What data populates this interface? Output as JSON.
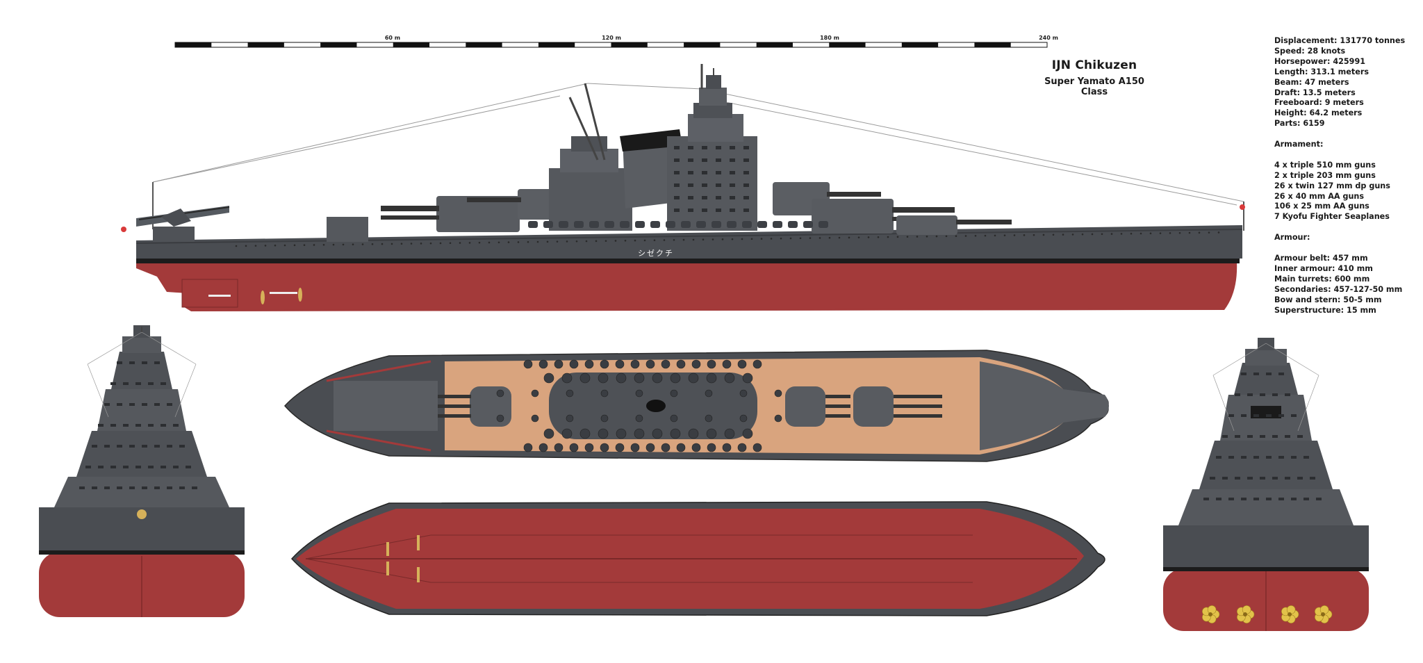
{
  "ship": {
    "name": "IJN Chikuzen",
    "class": "Super Yamato A150 Class",
    "hull_marking": "シゼクチ"
  },
  "scale_bar": {
    "labels": [
      "60 m",
      "120 m",
      "180 m",
      "240 m"
    ]
  },
  "specs": {
    "lines": [
      "Displacement: 131770 tonnes",
      "Speed: 28 knots",
      "Horsepower: 425991",
      "Length: 313.1 meters",
      "Beam: 47 meters",
      "Draft: 13.5 meters",
      "Freeboard: 9 meters",
      "Height: 64.2 meters",
      "Parts: 6159"
    ],
    "armament_heading": "Armament:",
    "armament": [
      "4 x triple 510 mm guns",
      "2 x triple 203 mm guns",
      "26 x twin 127 mm dp guns",
      "26 x 40 mm AA guns",
      "106 x 25 mm AA guns",
      "7 Kyofu Fighter Seaplanes"
    ],
    "armour_heading": "Armour:",
    "armour": [
      "Armour belt: 457 mm",
      "Inner armour: 410 mm",
      "Main turrets: 600 mm",
      "Secondaries: 457-127-50 mm",
      "Bow and stern: 50-5 mm",
      "Superstructure: 15 mm"
    ]
  },
  "colors": {
    "hull_red": "#a33a3a",
    "hull_gray": "#4a4d52",
    "superstructure": "#5a5d62",
    "deck_wood": "#d9a47e",
    "dark": "#1c1c1c",
    "chrysanthemum": "#e2c24a"
  }
}
